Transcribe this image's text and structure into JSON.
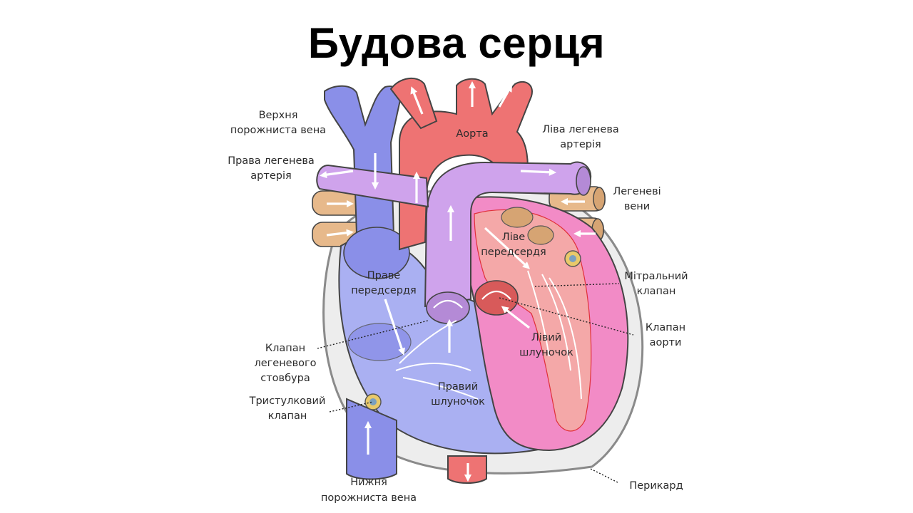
{
  "title": "Будова серця",
  "colors": {
    "vena_cava": "#8a8fe8",
    "aorta": "#ee7373",
    "pulmonary_artery": "#cfa3ec",
    "pulmonary_veins": "#e7b98b",
    "right_heart": "#aab0f2",
    "left_heart": "#f28bc6",
    "pericardium": "#a8a8a8"
  },
  "labels": {
    "svc_1": "Верхня",
    "svc_2": "порожниста вена",
    "rpa_1": "Права легенева",
    "rpa_2": "артерія",
    "aorta": "Аорта",
    "lpa_1": "Ліва легенева",
    "lpa_2": "артерія",
    "pv_1": "Легеневі",
    "pv_2": "вени",
    "la_1": "Ліве",
    "la_2": "передсердя",
    "ra_1": "Праве",
    "ra_2": "передсердя",
    "mitral_1": "Мітральний",
    "mitral_2": "клапан",
    "aortic_1": "Клапан",
    "aortic_2": "аорти",
    "pulmv_1": "Клапан",
    "pulmv_2": "легеневого",
    "pulmv_3": "стовбура",
    "lv_1": "Лівий",
    "lv_2": "шлуночок",
    "rv_1": "Правий",
    "rv_2": "шлуночок",
    "tric_1": "Тристулковий",
    "tric_2": "клапан",
    "ivc_1": "Нижня",
    "ivc_2": "порожниста вена",
    "pericard": "Перикард"
  }
}
